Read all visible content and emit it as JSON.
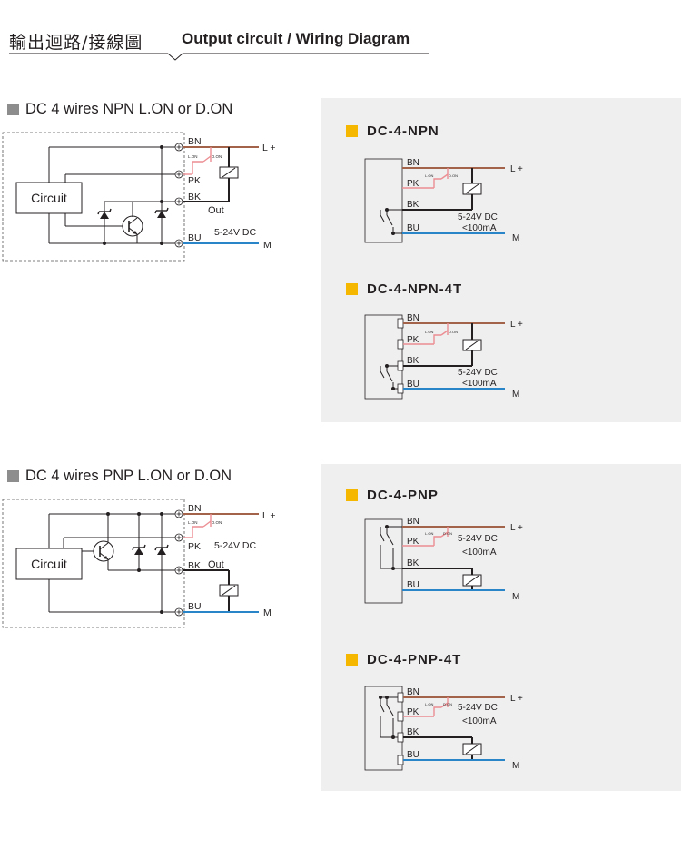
{
  "header": {
    "title_cn": "輸出迴路/接線圖",
    "title_en": "Output circuit / Wiring Diagram"
  },
  "sections": {
    "npn": {
      "title": "DC 4 wires NPN  L.ON or D.ON"
    },
    "pnp": {
      "title": "DC 4 wires PNP  L.ON or D.ON"
    }
  },
  "panels": {
    "npn": [
      {
        "title": "DC-4-NPN"
      },
      {
        "title": "DC-4-NPN-4T"
      }
    ],
    "pnp": [
      {
        "title": "DC-4-PNP"
      },
      {
        "title": "DC-4-PNP-4T"
      }
    ]
  },
  "labels": {
    "bn": "BN",
    "pk": "PK",
    "bk": "BK",
    "bu": "BU",
    "lplus": "L +",
    "m": "M",
    "lon": "L.ON",
    "don": "D.ON",
    "circuit": "Circuit",
    "out": "Out",
    "supply": "5-24V DC",
    "current": "<100mA"
  },
  "colors": {
    "brown": "#a3624a",
    "pink": "#ec8e93",
    "black": "#231f20",
    "blue": "#2a85c8",
    "accent_yellow": "#f6b700",
    "panel_bg": "#efefef"
  }
}
